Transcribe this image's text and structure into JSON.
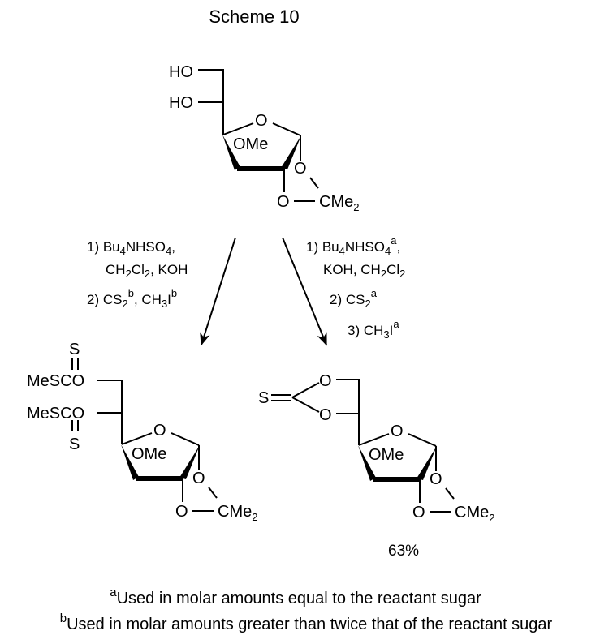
{
  "title": "Scheme 10",
  "atoms": {
    "HO": "HO",
    "O": "O",
    "OMe": "OMe",
    "CMe": "CMe",
    "two": "2",
    "S": "S",
    "MeSCO": "MeSCO"
  },
  "reagents_left": {
    "l1a": "1) Bu",
    "l1b": "4",
    "l1c": "NHSO",
    "l1d": "4",
    "l1e": ",",
    "l2a": "CH",
    "l2b": "2",
    "l2c": "Cl",
    "l2d": "2",
    "l2e": ", KOH",
    "l3a": "2) CS",
    "l3b": "2",
    "l3c": "b",
    "l3d": ", CH",
    "l3e": "3",
    "l3f": "I",
    "l3g": "b"
  },
  "reagents_right": {
    "l1a": "1) Bu",
    "l1b": "4",
    "l1c": "NHSO",
    "l1d": "4",
    "l1e": "a",
    "l1f": ",",
    "l2a": "KOH, CH",
    "l2b": "2",
    "l2c": "Cl",
    "l2d": "2",
    "l3a": "2) CS",
    "l3b": "2",
    "l3c": "a",
    "l4a": "3) CH",
    "l4b": "3",
    "l4c": "I",
    "l4d": "a"
  },
  "yield": "63%",
  "footnotes": {
    "a_mark": "a",
    "a_text": "Used in molar amounts equal to the reactant sugar",
    "b_mark": "b",
    "b_text": "Used in molar amounts greater than twice that of the reactant sugar"
  }
}
